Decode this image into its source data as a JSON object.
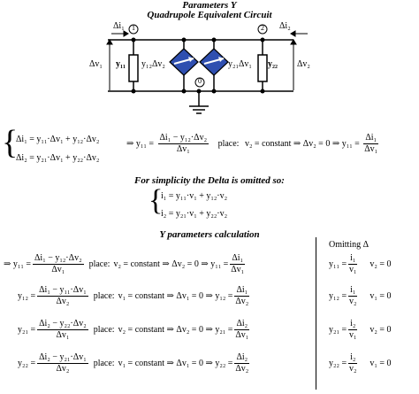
{
  "title_line1": "Parameters Y",
  "title_line2": "Quadrupole Equivalent Circuit",
  "circuit": {
    "di1": "Δi₁",
    "di2": "Δi₂",
    "dv1": "Δv₁",
    "dv2": "Δv₂",
    "node1": "1",
    "node2": "2",
    "node0": "0",
    "y11": "y₁₁",
    "y22": "y₂₂",
    "src1": "y₁₂Δv₂",
    "src2": "y₂₁Δv₁",
    "color_source": "#2f4fb0"
  },
  "system1": {
    "line1": "Δi₁ = y₁₁·Δv₁ + y₁₂·Δv₂",
    "line2": "Δi₂ = y₂₁·Δv₁ + y₂₂·Δv₂",
    "arrow1": "⇒ y₁₁ =",
    "num1": "Δi₁ − y₁₂·Δv₂",
    "den1": "Δv₁",
    "place": "place:",
    "cond": "v₂ = constant  ⇒  Δv₂ = 0 ⇒ y₁₁ =",
    "num2": "Δi₁",
    "den2": "Δv₁"
  },
  "simplicity": "For simplicity the Delta is omitted so:",
  "system2": {
    "line1": "i₁ = y₁₁·v₁ + y₁₂·v₂",
    "line2": "i₂ = y₂₁·v₁ + y₂₂·v₂"
  },
  "ycalc": "Y parameters calculation",
  "omitting": "Omitting Δ",
  "rows": [
    {
      "lead": "⇒ y₁₁ =",
      "num": "Δi₁ − y₁₂·Δv₂",
      "den": "Δv₁",
      "place": "place:",
      "cond": "v₂ = constant  ⇒  Δv₂ = 0 ⇒ y₁₁ =",
      "rnum": "Δi₁",
      "rden": "Δv₁",
      "o_lead": "y₁₁ =",
      "o_num": "i₁",
      "o_den": "v₁",
      "o_cond": "v₂ = 0"
    },
    {
      "lead": "y₁₂ =",
      "num": "Δi₁ − y₁₁·Δv₁",
      "den": "Δv₂",
      "place": "place:",
      "cond": "v₁ = constant  ⇒  Δv₁ = 0 ⇒ y₁₂ =",
      "rnum": "Δi₁",
      "rden": "Δv₂",
      "o_lead": "y₁₂ =",
      "o_num": "i₁",
      "o_den": "v₂",
      "o_cond": "v₁ = 0"
    },
    {
      "lead": "y₂₁ =",
      "num": "Δi₂ − y₂₂·Δv₂",
      "den": "Δv₁",
      "place": "place:",
      "cond": "v₂ = constant  ⇒  Δv₂ = 0 ⇒ y₂₁ =",
      "rnum": "Δi₂",
      "rden": "Δv₁",
      "o_lead": "y₂₁ =",
      "o_num": "i₂",
      "o_den": "v₁",
      "o_cond": "v₂ = 0"
    },
    {
      "lead": "y₂₂ =",
      "num": "Δi₂ − y₂₁·Δv₁",
      "den": "Δv₂",
      "place": "place:",
      "cond": "v₁ = constant  ⇒  Δv₁ = 0 ⇒ y₂₂ =",
      "rnum": "Δi₂",
      "rden": "Δv₂",
      "o_lead": "y₂₂ =",
      "o_num": "i₂",
      "o_den": "v₂",
      "o_cond": "v₁ = 0"
    }
  ]
}
